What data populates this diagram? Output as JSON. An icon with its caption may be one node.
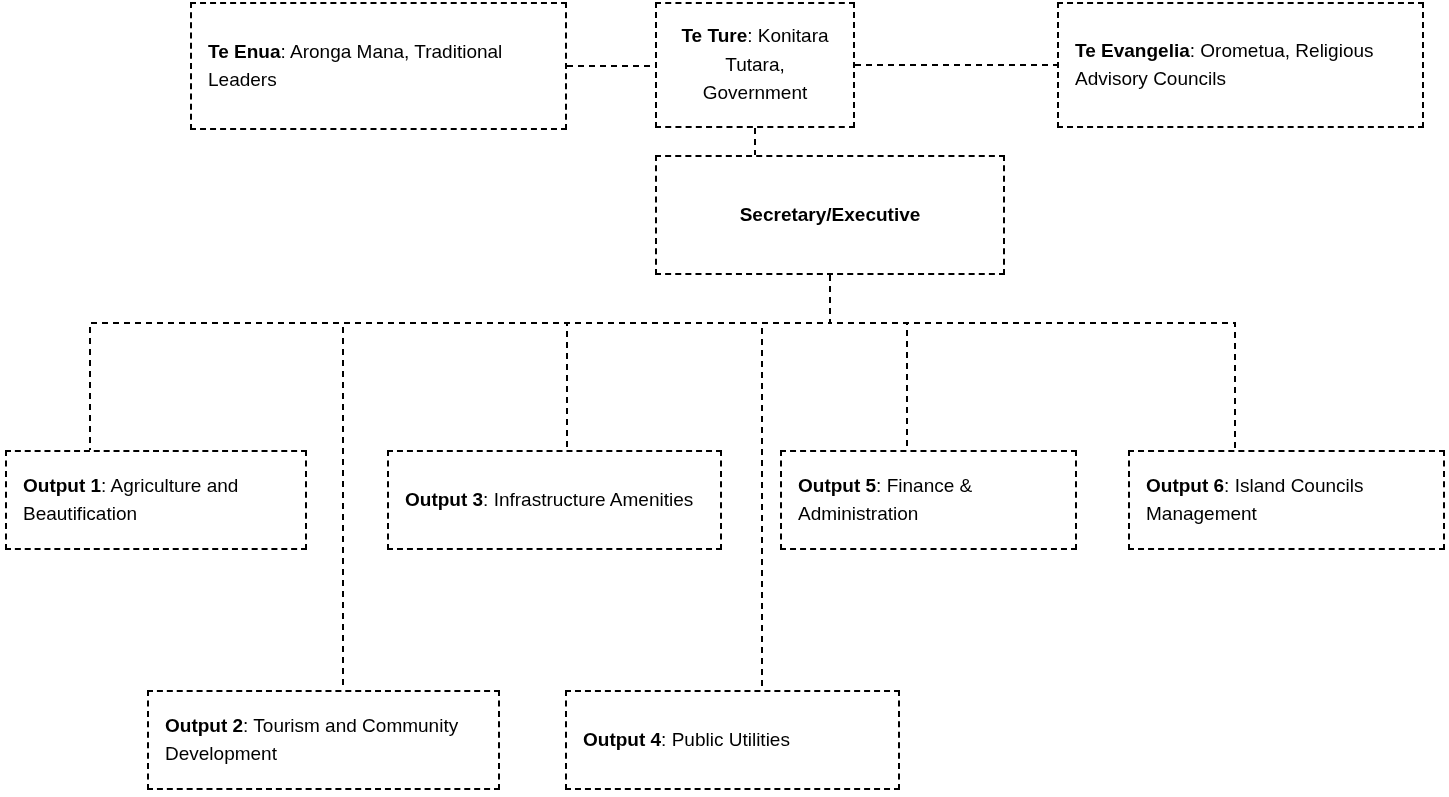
{
  "diagram": {
    "nodes": [
      {
        "text": [
          "**Te Enua**: Aronga Mana, Traditional Leaders"
        ]
      },
      {
        "text": [
          "**Te Ture**: Konitara Tutara, Government"
        ]
      },
      {
        "text": [
          "**Te Evangelia**: Orometua, Religious Advisory Councils"
        ]
      },
      {
        "text": [
          "Secretary/Executive"
        ]
      },
      {
        "text": [
          "**Output 1**: Agriculture and Beautification"
        ]
      },
      {
        "text": [
          "**Output 3**: Infrastructure Amenities"
        ]
      },
      {
        "text": [
          "**Output 5**: Finance & Administration"
        ]
      },
      {
        "text": [
          "**Output 6**: Island Councils Management"
        ]
      },
      {
        "text": [
          "**Output 2**: Tourism and Community Development"
        ]
      },
      {
        "text": [
          "**Output 4**: Public Utilities"
        ]
      }
    ],
    "edges": [
      {
        "from": 0,
        "to": 1,
        "arrow": "none",
        "style": "dashed"
      },
      {
        "from": 1,
        "to": 2,
        "arrow": "none",
        "style": "dashed"
      },
      {
        "from": 1,
        "to": 3,
        "arrow": "none",
        "style": "dashed"
      },
      {
        "from": 3,
        "to": 4,
        "arrow": "none",
        "style": "dashed"
      },
      {
        "from": 3,
        "to": 8,
        "arrow": "none",
        "style": "dashed"
      },
      {
        "from": 3,
        "to": 5,
        "arrow": "none",
        "style": "dashed"
      },
      {
        "from": 3,
        "to": 9,
        "arrow": "none",
        "style": "dashed"
      },
      {
        "from": 3,
        "to": 6,
        "arrow": "none",
        "style": "dashed"
      },
      {
        "from": 3,
        "to": 7,
        "arrow": "none",
        "style": "dashed"
      }
    ]
  }
}
